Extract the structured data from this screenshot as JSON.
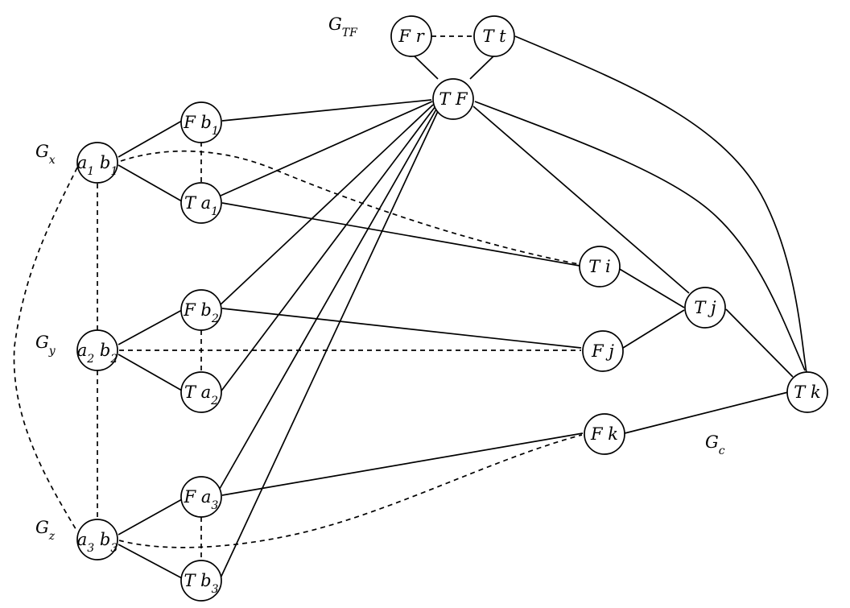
{
  "diagram": {
    "group_labels": {
      "gx": "G_x",
      "gy": "G_y",
      "gz": "G_z",
      "gtf": "G_TF",
      "gc": "G_c"
    },
    "nodes": {
      "fr": "F r",
      "tt": "T t",
      "tf": "T F",
      "fb1": "F b_1",
      "ta1": "T a_1",
      "a1b1": "a_1 b_1",
      "fb2": "F b_2",
      "ta2": "T a_2",
      "a2b2": "a_2 b_2",
      "fa3": "F a_3",
      "tb3": "T b_3",
      "a3b3": "a_3 b_3",
      "ti": "T i",
      "tj": "T j",
      "fj": "F j",
      "fk": "F k",
      "tk": "T k"
    },
    "edges": [
      [
        "fr",
        "tf",
        "solid"
      ],
      [
        "tt",
        "tf",
        "solid"
      ],
      [
        "fr",
        "tt",
        "dashed"
      ],
      [
        "tt",
        "tk",
        "solid"
      ],
      [
        "fb1",
        "tf",
        "solid"
      ],
      [
        "ta1",
        "tf",
        "solid"
      ],
      [
        "fb2",
        "tf",
        "solid"
      ],
      [
        "ta2",
        "tf",
        "solid"
      ],
      [
        "fa3",
        "tf",
        "solid"
      ],
      [
        "tb3",
        "tf",
        "solid"
      ],
      [
        "tf",
        "tj",
        "solid"
      ],
      [
        "tf",
        "tk",
        "solid"
      ],
      [
        "a1b1",
        "fb1",
        "solid"
      ],
      [
        "a1b1",
        "ta1",
        "solid"
      ],
      [
        "fb1",
        "ta1",
        "dashed"
      ],
      [
        "a2b2",
        "fb2",
        "solid"
      ],
      [
        "a2b2",
        "ta2",
        "solid"
      ],
      [
        "fb2",
        "ta2",
        "dashed"
      ],
      [
        "a3b3",
        "fa3",
        "solid"
      ],
      [
        "a3b3",
        "tb3",
        "solid"
      ],
      [
        "fa3",
        "tb3",
        "dashed"
      ],
      [
        "a1b1",
        "a2b2",
        "dashed"
      ],
      [
        "a2b2",
        "a3b3",
        "dashed"
      ],
      [
        "a1b1",
        "a3b3",
        "dashed"
      ],
      [
        "ta1",
        "ti",
        "solid"
      ],
      [
        "a1b1",
        "ti",
        "dashed"
      ],
      [
        "fb2",
        "fj",
        "solid"
      ],
      [
        "a2b2",
        "fj",
        "dashed"
      ],
      [
        "fa3",
        "fk",
        "solid"
      ],
      [
        "a3b3",
        "fk",
        "dashed"
      ],
      [
        "ti",
        "tj",
        "solid"
      ],
      [
        "fj",
        "tj",
        "solid"
      ],
      [
        "tj",
        "tk",
        "solid"
      ],
      [
        "fk",
        "tk",
        "solid"
      ]
    ]
  }
}
